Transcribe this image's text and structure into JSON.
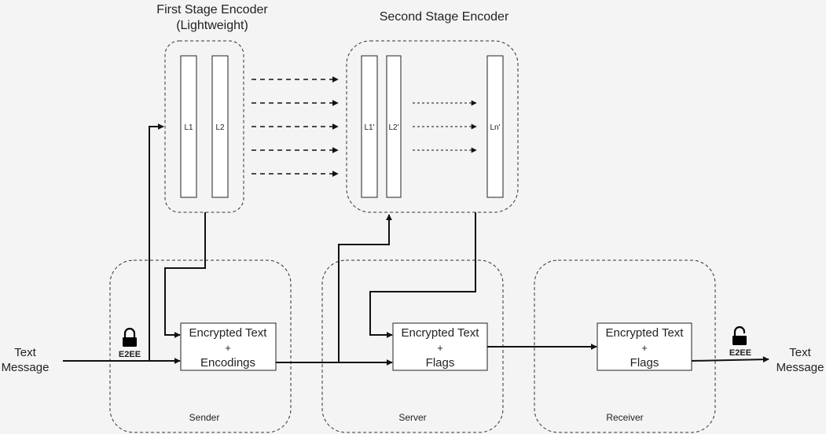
{
  "titles": {
    "first_stage_line1": "First Stage Encoder",
    "first_stage_line2": "(Lightweight)",
    "second_stage": "Second Stage Encoder"
  },
  "encoder_layers": {
    "first": [
      "L1",
      "L2"
    ],
    "second": [
      "L1'",
      "L2'",
      "Ln'"
    ]
  },
  "groups": {
    "sender": "Sender",
    "server": "Server",
    "receiver": "Receiver"
  },
  "boxes": {
    "sender_box": {
      "line1": "Encrypted Text",
      "line2": "+",
      "line3": "Encodings"
    },
    "server_box": {
      "line1": "Encrypted Text",
      "line2": "+",
      "line3": "Flags"
    },
    "receiver_box": {
      "line1": "Encrypted Text",
      "line2": "+",
      "line3": "Flags"
    }
  },
  "io": {
    "input_line1": "Text",
    "input_line2": "Message",
    "output_line1": "Text",
    "output_line2": "Message"
  },
  "e2ee": {
    "left_label": "E2EE",
    "left_icon": "lock-closed-icon",
    "right_label": "E2EE",
    "right_icon": "lock-open-icon"
  }
}
